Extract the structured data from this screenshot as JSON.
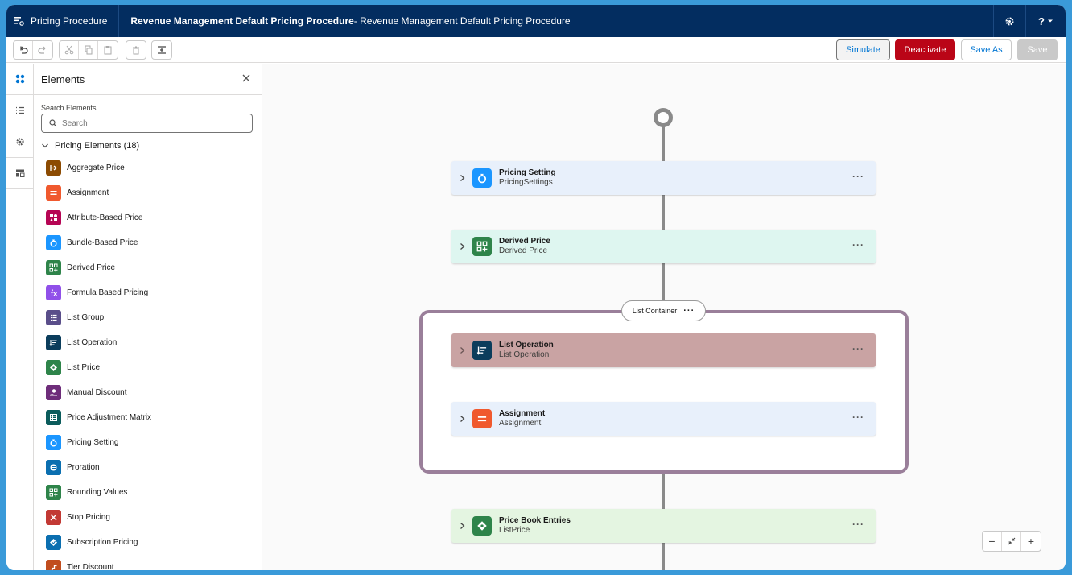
{
  "header": {
    "app_title": "Pricing Procedure",
    "procedure_title": "Revenue Management Default Pricing Procedure",
    "procedure_subtitle": " - Revenue Management Default Pricing Procedure",
    "help_label": "?"
  },
  "toolbar": {
    "simulate_label": "Simulate",
    "deactivate_label": "Deactivate",
    "save_as_label": "Save As",
    "save_label": "Save"
  },
  "panel": {
    "title": "Elements",
    "search_label": "Search Elements",
    "search_placeholder": "Search",
    "group_label": "Pricing Elements (18)",
    "items": [
      {
        "label": "Aggregate Price",
        "color": "#8c4b02",
        "icon": "aggregate-icon"
      },
      {
        "label": "Assignment",
        "color": "#f0592e",
        "icon": "equals-icon"
      },
      {
        "label": "Attribute-Based Price",
        "color": "#b60554",
        "icon": "shapes-icon"
      },
      {
        "label": "Bundle-Based Price",
        "color": "#1b96ff",
        "icon": "bag-icon"
      },
      {
        "label": "Derived Price",
        "color": "#2e844a",
        "icon": "grid-icon"
      },
      {
        "label": "Formula Based Pricing",
        "color": "#9050e9",
        "icon": "fx-icon"
      },
      {
        "label": "List Group",
        "color": "#5a4e8a",
        "icon": "list-icon"
      },
      {
        "label": "List Operation",
        "color": "#0b3d5c",
        "icon": "list-sort-icon"
      },
      {
        "label": "List Price",
        "color": "#2e844a",
        "icon": "tag-icon"
      },
      {
        "label": "Manual Discount",
        "color": "#6e2d7a",
        "icon": "hand-icon"
      },
      {
        "label": "Price Adjustment Matrix",
        "color": "#0b5c5c",
        "icon": "matrix-icon"
      },
      {
        "label": "Pricing Setting",
        "color": "#1b96ff",
        "icon": "bag-icon"
      },
      {
        "label": "Proration",
        "color": "#0b6fb0",
        "icon": "proration-icon"
      },
      {
        "label": "Rounding Values",
        "color": "#2e844a",
        "icon": "grid-icon"
      },
      {
        "label": "Stop Pricing",
        "color": "#c23934",
        "icon": "x-icon"
      },
      {
        "label": "Subscription Pricing",
        "color": "#0b6fb0",
        "icon": "subscription-icon"
      },
      {
        "label": "Tier Discount",
        "color": "#c14d1e",
        "icon": "tier-icon"
      }
    ]
  },
  "canvas": {
    "container_label": "List Container",
    "nodes": [
      {
        "title": "Pricing Setting",
        "subtitle": "PricingSettings"
      },
      {
        "title": "Derived Price",
        "subtitle": "Derived Price"
      },
      {
        "title": "List Operation",
        "subtitle": "List Operation"
      },
      {
        "title": "Assignment",
        "subtitle": "Assignment"
      },
      {
        "title": "Price Book Entries",
        "subtitle": "ListPrice"
      }
    ],
    "colors": {
      "pricing_setting_bg": "#e8f0fb",
      "derived_price_bg": "#def6f0",
      "list_operation_bg": "#c9a3a3",
      "assignment_bg": "#e8f0fb",
      "price_book_bg": "#e4f5e1"
    }
  },
  "zoom": {
    "minus_label": "−",
    "plus_label": "+"
  }
}
